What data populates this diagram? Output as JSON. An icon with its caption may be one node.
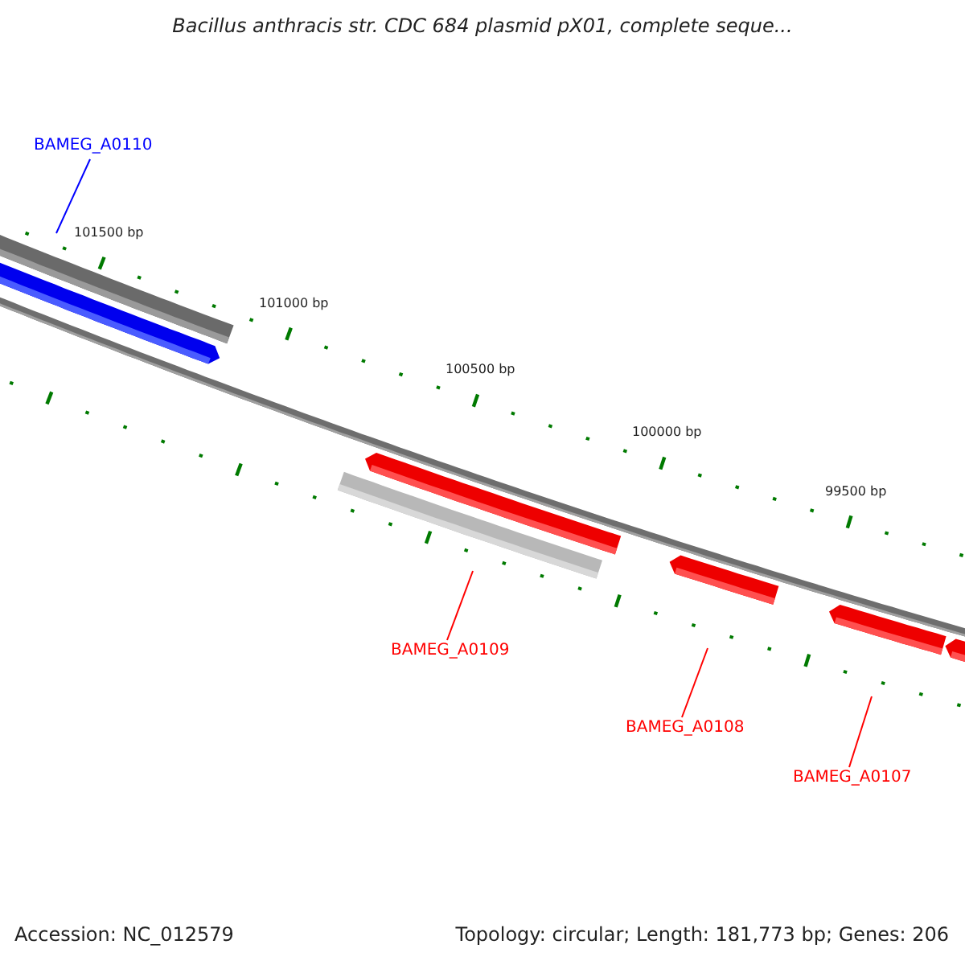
{
  "diagram": {
    "title": "Bacillus anthracis str. CDC 684 plasmid pX01, complete seque...",
    "nodes": [
      {
        "text": [
          "BAMEG_A0110"
        ]
      },
      {
        "text": [
          "BAMEG_A0109"
        ]
      },
      {
        "text": [
          "BAMEG_A0108"
        ]
      },
      {
        "text": [
          "BAMEG_A0107"
        ]
      }
    ],
    "edges": [
      {
        "from": 0,
        "to": null,
        "arrow": "none",
        "color": "#0000ff"
      },
      {
        "from": 1,
        "to": null,
        "arrow": "none"
      },
      {
        "from": 2,
        "to": null,
        "arrow": "none"
      },
      {
        "from": 3,
        "to": null,
        "arrow": "none"
      }
    ],
    "labels": [
      "101500 bp",
      "101000 bp",
      "100500 bp",
      "100000 bp",
      "99500 bp",
      "Accession: NC_012579",
      "Topology: circular; Length: 181,773 bp; Genes: 206"
    ]
  }
}
